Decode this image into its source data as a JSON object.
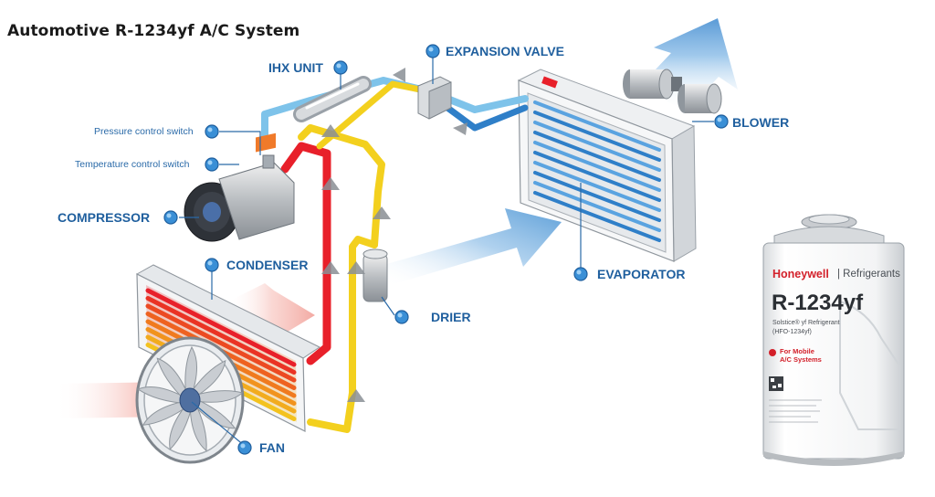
{
  "title": "Automotive R-1234yf A/C System",
  "labels": {
    "ihx_unit": "IHX UNIT",
    "expansion_valve": "EXPANSION VALVE",
    "blower": "BLOWER",
    "pressure_control_switch": "Pressure control switch",
    "temperature_control_switch": "Temperature control switch",
    "compressor": "COMPRESSOR",
    "condenser": "CONDENSER",
    "drier": "DRIER",
    "evaporator": "EVAPORATOR",
    "fan": "FAN"
  },
  "can": {
    "brand": "Honeywell",
    "brand_suffix": "| Refrigerants",
    "product": "R-1234yf",
    "line1": "Solstice® yf Refrigerant",
    "line2": "(HFO-1234yf)",
    "line3": "For Mobile",
    "line4": "A/C Systems"
  },
  "colors": {
    "label_blue": "#1f5f9e",
    "callout_dot": "#3a8fd6",
    "hot_line": "#e8202a",
    "warm_line": "#f3d01e",
    "cold_line": "#7ec3ea",
    "cold_line_dark": "#2f7fc8",
    "air_arrow_blue": "#7fb3e0",
    "air_arrow_warm": "#f2a6a0",
    "brand_red": "#d3202a"
  }
}
